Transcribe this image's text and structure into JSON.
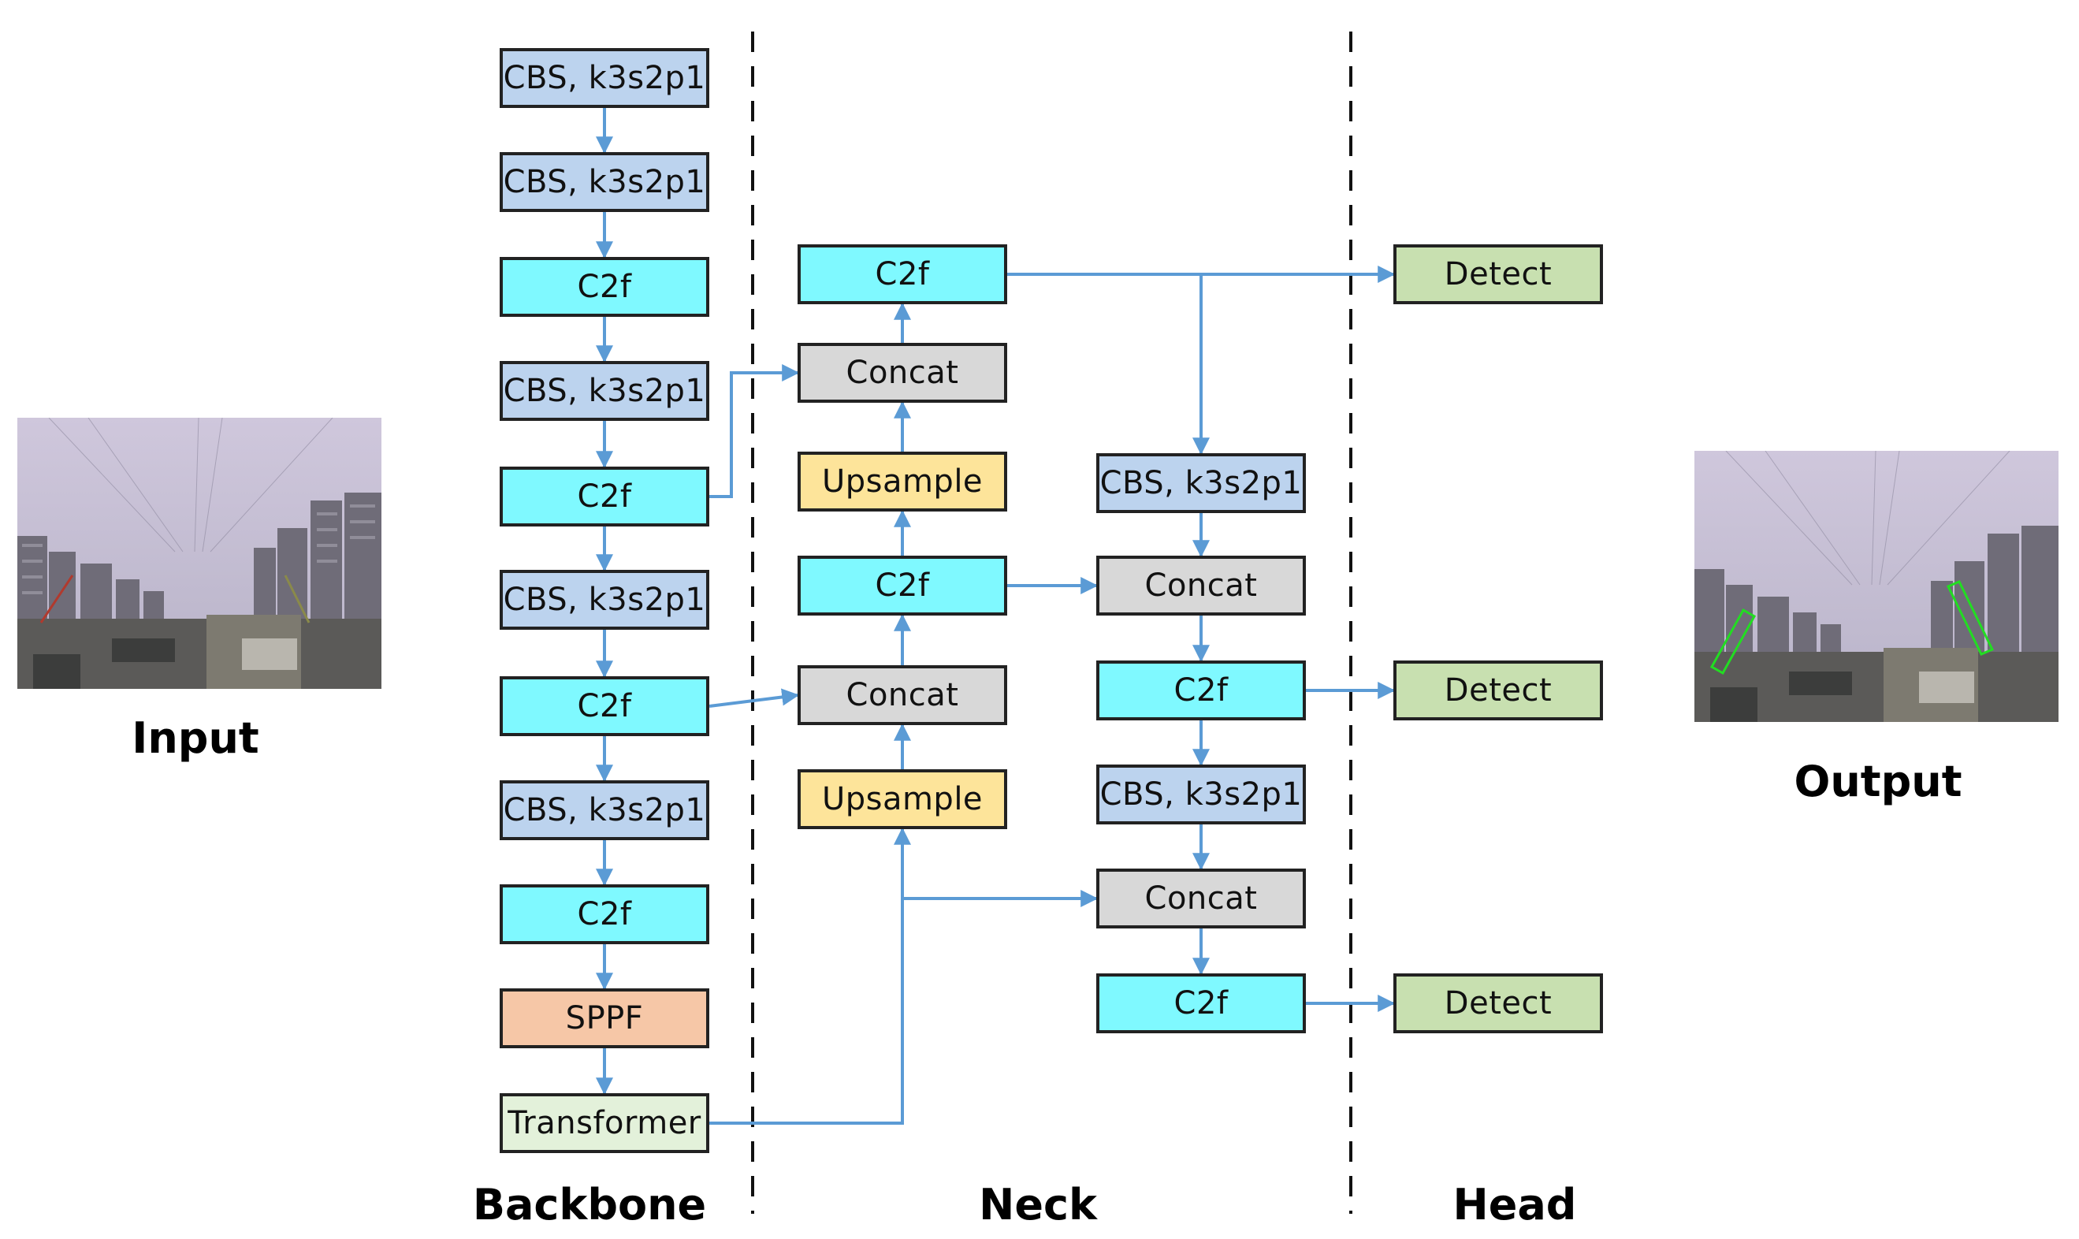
{
  "labels": {
    "input": "Input",
    "output": "Output",
    "backbone": "Backbone",
    "neck": "Neck",
    "head": "Head"
  },
  "backbone": [
    {
      "label": "CBS, k3s2p1",
      "kind": "cbs"
    },
    {
      "label": "CBS, k3s2p1",
      "kind": "cbs"
    },
    {
      "label": "C2f",
      "kind": "c2f"
    },
    {
      "label": "CBS, k3s2p1",
      "kind": "cbs"
    },
    {
      "label": "C2f",
      "kind": "c2f"
    },
    {
      "label": "CBS, k3s2p1",
      "kind": "cbs"
    },
    {
      "label": "C2f",
      "kind": "c2f"
    },
    {
      "label": "CBS, k3s2p1",
      "kind": "cbs"
    },
    {
      "label": "C2f",
      "kind": "c2f"
    },
    {
      "label": "SPPF",
      "kind": "sppf"
    },
    {
      "label": "Transformer",
      "kind": "transformer"
    }
  ],
  "neck_col1": [
    {
      "label": "C2f",
      "kind": "c2f"
    },
    {
      "label": "Concat",
      "kind": "concat"
    },
    {
      "label": "Upsample",
      "kind": "upsample"
    },
    {
      "label": "C2f",
      "kind": "c2f"
    },
    {
      "label": "Concat",
      "kind": "concat"
    },
    {
      "label": "Upsample",
      "kind": "upsample"
    }
  ],
  "neck_col2": [
    {
      "label": "CBS, k3s2p1",
      "kind": "cbs"
    },
    {
      "label": "Concat",
      "kind": "concat"
    },
    {
      "label": "C2f",
      "kind": "c2f"
    },
    {
      "label": "CBS, k3s2p1",
      "kind": "cbs"
    },
    {
      "label": "Concat",
      "kind": "concat"
    },
    {
      "label": "C2f",
      "kind": "c2f"
    }
  ],
  "head": [
    {
      "label": "Detect",
      "kind": "detect"
    },
    {
      "label": "Detect",
      "kind": "detect"
    },
    {
      "label": "Detect",
      "kind": "detect"
    }
  ],
  "colors": {
    "arrow": "#5b9bd5",
    "border": "#222222",
    "detection_box": "#22dd22"
  }
}
